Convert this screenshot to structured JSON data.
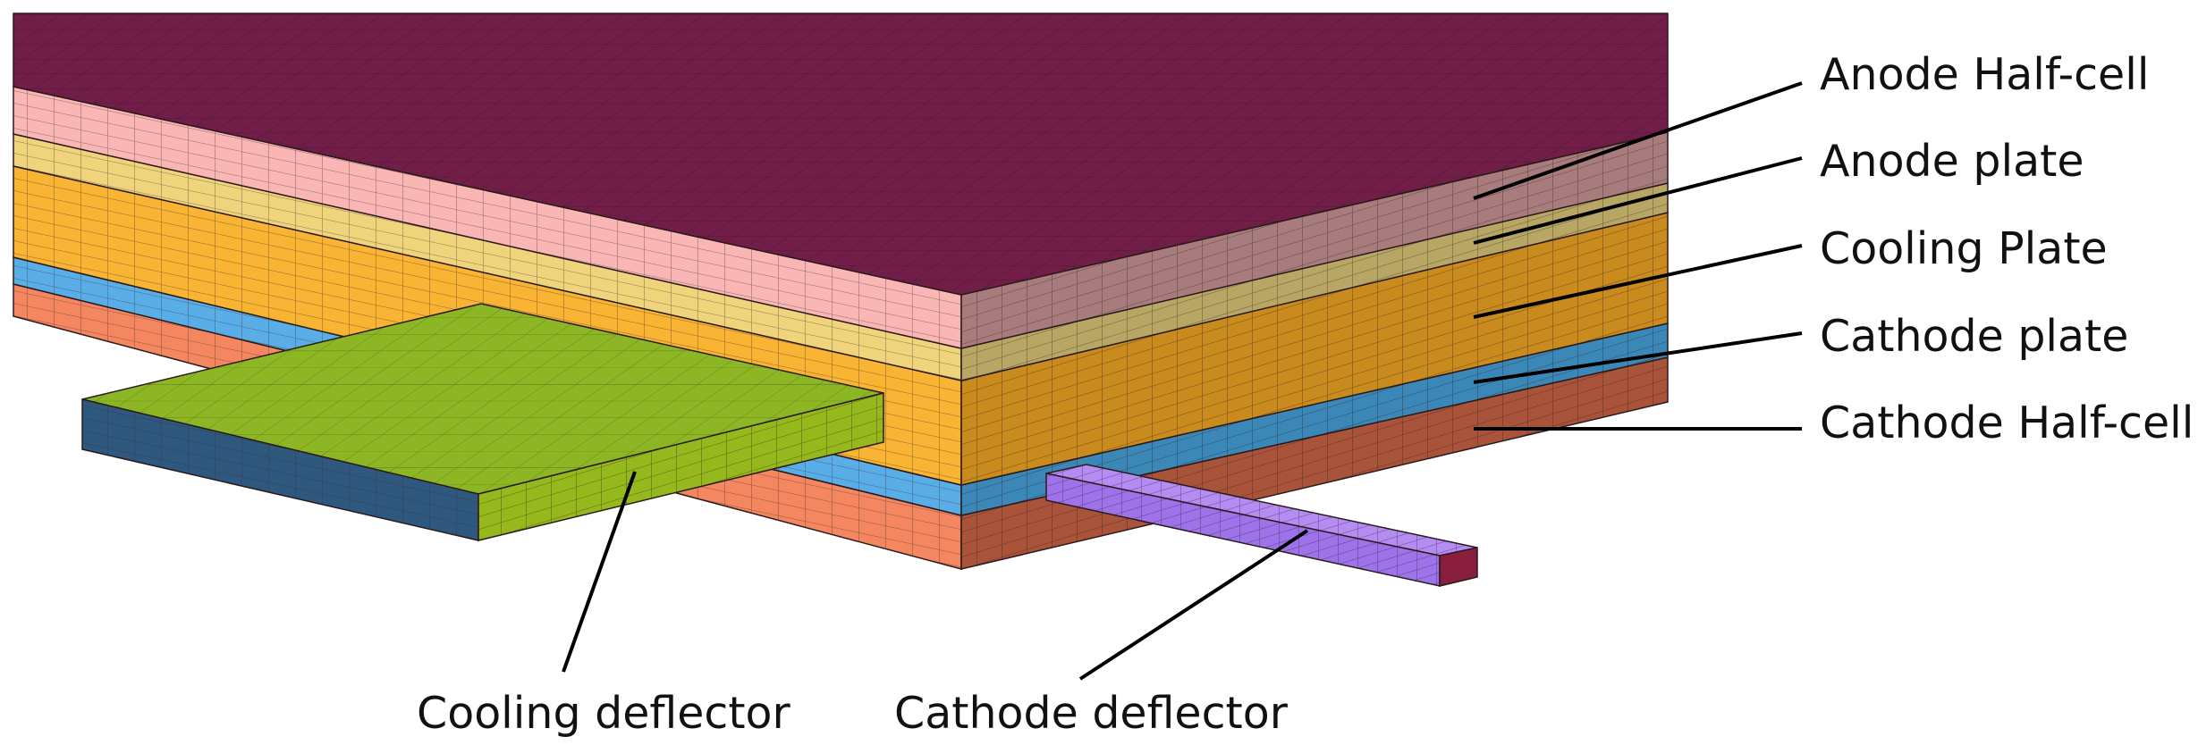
{
  "labels": {
    "anode_half_cell": "Anode Half-cell",
    "anode_plate": "Anode plate",
    "cooling_plate": "Cooling Plate",
    "cathode_plate": "Cathode plate",
    "cathode_half_cell": "Cathode Half-cell",
    "cooling_deflector": "Cooling deflector",
    "cathode_deflector": "Cathode deflector"
  },
  "colors": {
    "anode_top": "#701D48",
    "anode_front": "#F9B6B4",
    "anode_side": "#A87C7C",
    "anode_plate_front": "#F0D47C",
    "anode_plate_side": "#B8A664",
    "cooling_front": "#F8B432",
    "cooling_side": "#C98A1E",
    "cathode_plate_front": "#5AAEE8",
    "cathode_plate_side": "#3B87B7",
    "cathode_half_front": "#F58760",
    "cathode_half_side": "#A9533A",
    "cooling_deflector_top": "#8DB624",
    "cooling_deflector_front": "#95B81C",
    "cooling_deflector_side": "#2F587F",
    "cathode_deflector_top": "#B48CF2",
    "cathode_deflector_front": "#9E73EA",
    "cathode_deflector_end": "#8A1E3E",
    "mesh_line": "#3a2a2a"
  }
}
